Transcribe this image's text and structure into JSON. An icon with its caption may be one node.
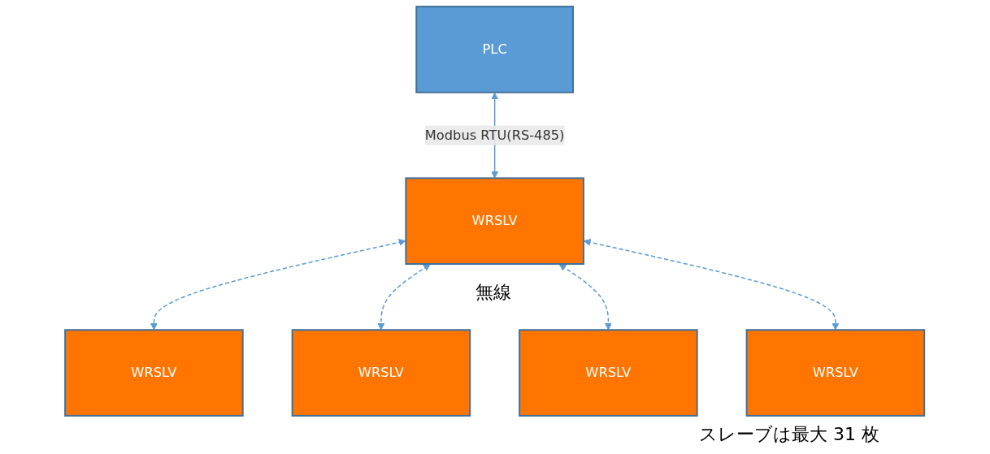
{
  "diagram": {
    "nodes": [
      {
        "text": [
          "PLC"
        ]
      },
      {
        "text": [
          "WRSLV"
        ]
      },
      {
        "text": [
          "WRSLV"
        ]
      },
      {
        "text": [
          "WRSLV"
        ]
      },
      {
        "text": [
          "WRSLV"
        ]
      },
      {
        "text": [
          "WRSLV"
        ]
      }
    ],
    "edges": [
      {
        "from": 0,
        "to": 1,
        "arrow": "both",
        "label": "Modbus RTU(RS-485)"
      },
      {
        "from": 1,
        "to": 2,
        "arrow": "both",
        "style": "dashed"
      },
      {
        "from": 1,
        "to": 3,
        "arrow": "both",
        "style": "dashed"
      },
      {
        "from": 1,
        "to": 4,
        "arrow": "both",
        "style": "dashed"
      },
      {
        "from": 1,
        "to": 5,
        "arrow": "both",
        "style": "dashed"
      }
    ],
    "labels": [
      "無線",
      "スレーブは最大 31 枚"
    ]
  }
}
